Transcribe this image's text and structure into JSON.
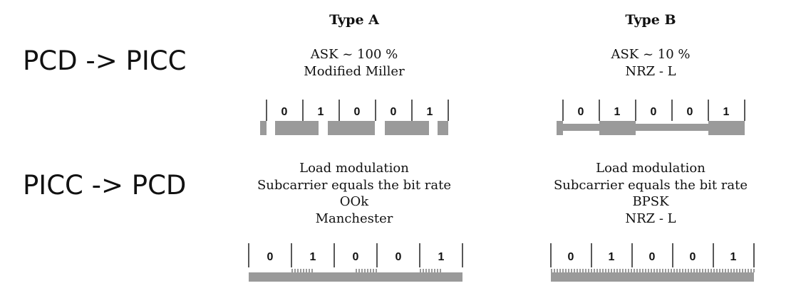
{
  "rows": {
    "pcd_to_picc": "PCD -> PICC",
    "picc_to_pcd": "PICC -> PCD"
  },
  "type_a": {
    "title": "Type A",
    "pcd_to_picc": {
      "lines": [
        "ASK ~ 100 %",
        "Modified Miller"
      ]
    },
    "picc_to_pcd": {
      "lines": [
        "Load modulation",
        "Subcarrier equals the bit rate",
        "OOk",
        "Manchester"
      ]
    }
  },
  "type_b": {
    "title": "Type B",
    "pcd_to_picc": {
      "lines": [
        "ASK ~ 10 %",
        "NRZ - L"
      ]
    },
    "picc_to_pcd": {
      "lines": [
        "Load modulation",
        "Subcarrier equals the bit rate",
        "BPSK",
        "NRZ - L"
      ]
    }
  },
  "bit_sequence": [
    "0",
    "1",
    "0",
    "0",
    "1"
  ],
  "colors": {
    "signal": "#9a9a9a",
    "text": "#111111",
    "background": "#ffffff"
  }
}
